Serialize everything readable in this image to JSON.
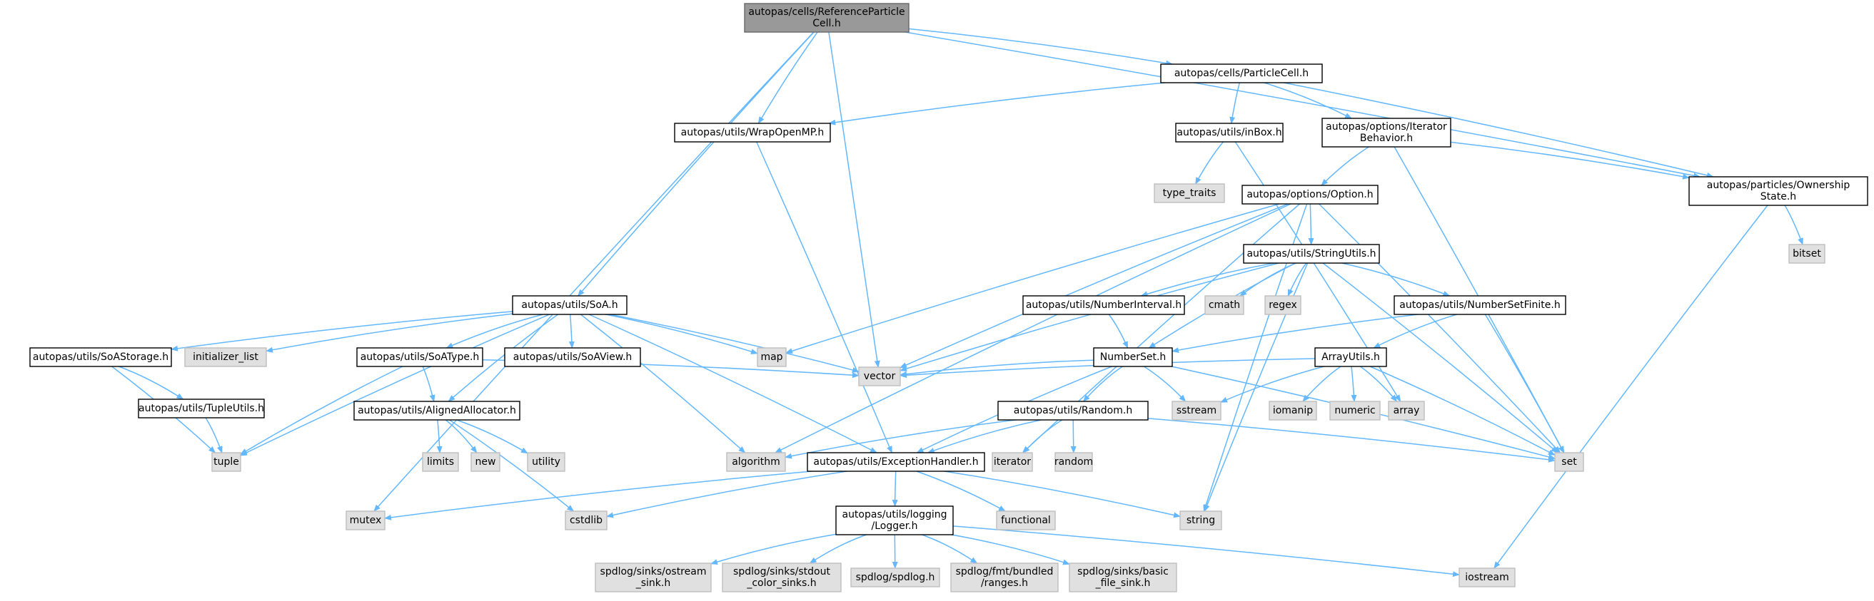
{
  "colors": {
    "edge": "#63b8ff",
    "root_fill": "#999999",
    "root_stroke": "#666666",
    "header_fill": "#ffffff",
    "header_stroke": "#000000",
    "system_fill": "#e0e0e0",
    "system_stroke": "#bfbfbf",
    "text": "#000000"
  },
  "nodes": [
    {
      "id": "root",
      "kind": "root",
      "lines": [
        "autopas/cells/ReferenceParticle",
        "Cell.h"
      ]
    },
    {
      "id": "particlecell",
      "kind": "header",
      "lines": [
        "autopas/cells/ParticleCell.h"
      ]
    },
    {
      "id": "wrapopenmp",
      "kind": "header",
      "lines": [
        "autopas/utils/WrapOpenMP.h"
      ]
    },
    {
      "id": "inbox",
      "kind": "header",
      "lines": [
        "autopas/utils/inBox.h"
      ]
    },
    {
      "id": "iterbehavior",
      "kind": "header",
      "lines": [
        "autopas/options/Iterator",
        "Behavior.h"
      ]
    },
    {
      "id": "ownership",
      "kind": "header",
      "lines": [
        "autopas/particles/Ownership",
        "State.h"
      ]
    },
    {
      "id": "typetraits",
      "kind": "system",
      "lines": [
        "type_traits"
      ]
    },
    {
      "id": "option",
      "kind": "header",
      "lines": [
        "autopas/options/Option.h"
      ]
    },
    {
      "id": "bitset",
      "kind": "system",
      "lines": [
        "bitset"
      ]
    },
    {
      "id": "stringutils",
      "kind": "header",
      "lines": [
        "autopas/utils/StringUtils.h"
      ]
    },
    {
      "id": "soa",
      "kind": "header",
      "lines": [
        "autopas/utils/SoA.h"
      ]
    },
    {
      "id": "numinterval",
      "kind": "header",
      "lines": [
        "autopas/utils/NumberInterval.h"
      ]
    },
    {
      "id": "cmath",
      "kind": "system",
      "lines": [
        "cmath"
      ]
    },
    {
      "id": "regex",
      "kind": "system",
      "lines": [
        "regex"
      ]
    },
    {
      "id": "numsetfinite",
      "kind": "header",
      "lines": [
        "autopas/utils/NumberSetFinite.h"
      ]
    },
    {
      "id": "soastorage",
      "kind": "header",
      "lines": [
        "autopas/utils/SoAStorage.h"
      ]
    },
    {
      "id": "initlist",
      "kind": "system",
      "lines": [
        "initializer_list"
      ]
    },
    {
      "id": "soatype",
      "kind": "header",
      "lines": [
        "autopas/utils/SoAType.h"
      ]
    },
    {
      "id": "soaview",
      "kind": "header",
      "lines": [
        "autopas/utils/SoAView.h"
      ]
    },
    {
      "id": "map",
      "kind": "system",
      "lines": [
        "map"
      ]
    },
    {
      "id": "numberset",
      "kind": "header",
      "lines": [
        "NumberSet.h"
      ]
    },
    {
      "id": "arrayutils",
      "kind": "header",
      "lines": [
        "ArrayUtils.h"
      ]
    },
    {
      "id": "vector",
      "kind": "system",
      "lines": [
        "vector"
      ]
    },
    {
      "id": "sstream",
      "kind": "system",
      "lines": [
        "sstream"
      ]
    },
    {
      "id": "iomanip",
      "kind": "system",
      "lines": [
        "iomanip"
      ]
    },
    {
      "id": "numeric",
      "kind": "system",
      "lines": [
        "numeric"
      ]
    },
    {
      "id": "array",
      "kind": "system",
      "lines": [
        "array"
      ]
    },
    {
      "id": "tupleutils",
      "kind": "header",
      "lines": [
        "autopas/utils/TupleUtils.h"
      ]
    },
    {
      "id": "alignedalloc",
      "kind": "header",
      "lines": [
        "autopas/utils/AlignedAllocator.h"
      ]
    },
    {
      "id": "random",
      "kind": "header",
      "lines": [
        "autopas/utils/Random.h"
      ]
    },
    {
      "id": "tuple",
      "kind": "system",
      "lines": [
        "tuple"
      ]
    },
    {
      "id": "limits",
      "kind": "system",
      "lines": [
        "limits"
      ]
    },
    {
      "id": "new",
      "kind": "system",
      "lines": [
        "new"
      ]
    },
    {
      "id": "utility",
      "kind": "system",
      "lines": [
        "utility"
      ]
    },
    {
      "id": "algorithm",
      "kind": "system",
      "lines": [
        "algorithm"
      ]
    },
    {
      "id": "exceptionhandler",
      "kind": "header",
      "lines": [
        "autopas/utils/ExceptionHandler.h"
      ]
    },
    {
      "id": "iterator",
      "kind": "system",
      "lines": [
        "iterator"
      ]
    },
    {
      "id": "randomsys",
      "kind": "system",
      "lines": [
        "random"
      ]
    },
    {
      "id": "set",
      "kind": "system",
      "lines": [
        "set"
      ]
    },
    {
      "id": "mutex",
      "kind": "system",
      "lines": [
        "mutex"
      ]
    },
    {
      "id": "cstdlib",
      "kind": "system",
      "lines": [
        "cstdlib"
      ]
    },
    {
      "id": "logger",
      "kind": "header",
      "lines": [
        "autopas/utils/logging",
        "/Logger.h"
      ]
    },
    {
      "id": "functional",
      "kind": "system",
      "lines": [
        "functional"
      ]
    },
    {
      "id": "string",
      "kind": "system",
      "lines": [
        "string"
      ]
    },
    {
      "id": "ostream_sink",
      "kind": "system",
      "lines": [
        "spdlog/sinks/ostream",
        "_sink.h"
      ]
    },
    {
      "id": "stdout_sinks",
      "kind": "system",
      "lines": [
        "spdlog/sinks/stdout",
        "_color_sinks.h"
      ]
    },
    {
      "id": "spdlog",
      "kind": "system",
      "lines": [
        "spdlog/spdlog.h"
      ]
    },
    {
      "id": "ranges",
      "kind": "system",
      "lines": [
        "spdlog/fmt/bundled",
        "/ranges.h"
      ]
    },
    {
      "id": "basic_file",
      "kind": "system",
      "lines": [
        "spdlog/sinks/basic",
        "_file_sink.h"
      ]
    },
    {
      "id": "iostream",
      "kind": "system",
      "lines": [
        "iostream"
      ]
    }
  ],
  "edges": [
    [
      "root",
      "particlecell"
    ],
    [
      "root",
      "wrapopenmp"
    ],
    [
      "root",
      "ownership"
    ],
    [
      "root",
      "soa"
    ],
    [
      "root",
      "vector"
    ],
    [
      "root",
      "mutex"
    ],
    [
      "particlecell",
      "wrapopenmp"
    ],
    [
      "particlecell",
      "inbox"
    ],
    [
      "particlecell",
      "iterbehavior"
    ],
    [
      "particlecell",
      "ownership"
    ],
    [
      "wrapopenmp",
      "exceptionhandler"
    ],
    [
      "inbox",
      "typetraits"
    ],
    [
      "inbox",
      "array"
    ],
    [
      "iterbehavior",
      "option"
    ],
    [
      "iterbehavior",
      "ownership"
    ],
    [
      "iterbehavior",
      "set"
    ],
    [
      "ownership",
      "bitset"
    ],
    [
      "ownership",
      "iostream"
    ],
    [
      "option",
      "stringutils"
    ],
    [
      "option",
      "map"
    ],
    [
      "option",
      "vector"
    ],
    [
      "option",
      "algorithm"
    ],
    [
      "option",
      "iterator"
    ],
    [
      "option",
      "set"
    ],
    [
      "option",
      "string"
    ],
    [
      "stringutils",
      "numinterval"
    ],
    [
      "stringutils",
      "cmath"
    ],
    [
      "stringutils",
      "regex"
    ],
    [
      "stringutils",
      "numsetfinite"
    ],
    [
      "stringutils",
      "numberset"
    ],
    [
      "stringutils",
      "vector"
    ],
    [
      "stringutils",
      "set"
    ],
    [
      "stringutils",
      "string"
    ],
    [
      "numinterval",
      "numberset"
    ],
    [
      "numsetfinite",
      "numberset"
    ],
    [
      "numsetfinite",
      "arrayutils"
    ],
    [
      "numsetfinite",
      "set"
    ],
    [
      "numberset",
      "vector"
    ],
    [
      "numberset",
      "sstream"
    ],
    [
      "numberset",
      "random"
    ],
    [
      "numberset",
      "exceptionhandler"
    ],
    [
      "numberset",
      "set"
    ],
    [
      "arrayutils",
      "vector"
    ],
    [
      "arrayutils",
      "sstream"
    ],
    [
      "arrayutils",
      "iomanip"
    ],
    [
      "arrayutils",
      "numeric"
    ],
    [
      "arrayutils",
      "array"
    ],
    [
      "arrayutils",
      "set"
    ],
    [
      "soa",
      "soastorage"
    ],
    [
      "soa",
      "initlist"
    ],
    [
      "soa",
      "soatype"
    ],
    [
      "soa",
      "soaview"
    ],
    [
      "soa",
      "map"
    ],
    [
      "soa",
      "vector"
    ],
    [
      "soa",
      "tuple"
    ],
    [
      "soa",
      "alignedalloc"
    ],
    [
      "soa",
      "algorithm"
    ],
    [
      "soa",
      "exceptionhandler"
    ],
    [
      "soastorage",
      "tupleutils"
    ],
    [
      "soastorage",
      "tuple"
    ],
    [
      "tupleutils",
      "tuple"
    ],
    [
      "soatype",
      "alignedalloc"
    ],
    [
      "soatype",
      "tuple"
    ],
    [
      "soatype",
      "vector"
    ],
    [
      "alignedalloc",
      "limits"
    ],
    [
      "alignedalloc",
      "new"
    ],
    [
      "alignedalloc",
      "utility"
    ],
    [
      "alignedalloc",
      "cstdlib"
    ],
    [
      "random",
      "algorithm"
    ],
    [
      "random",
      "iterator"
    ],
    [
      "random",
      "randomsys"
    ],
    [
      "random",
      "set"
    ],
    [
      "random",
      "exceptionhandler"
    ],
    [
      "exceptionhandler",
      "mutex"
    ],
    [
      "exceptionhandler",
      "cstdlib"
    ],
    [
      "exceptionhandler",
      "logger"
    ],
    [
      "exceptionhandler",
      "functional"
    ],
    [
      "exceptionhandler",
      "string"
    ],
    [
      "logger",
      "ostream_sink"
    ],
    [
      "logger",
      "stdout_sinks"
    ],
    [
      "logger",
      "spdlog"
    ],
    [
      "logger",
      "ranges"
    ],
    [
      "logger",
      "basic_file"
    ],
    [
      "logger",
      "iostream"
    ]
  ]
}
